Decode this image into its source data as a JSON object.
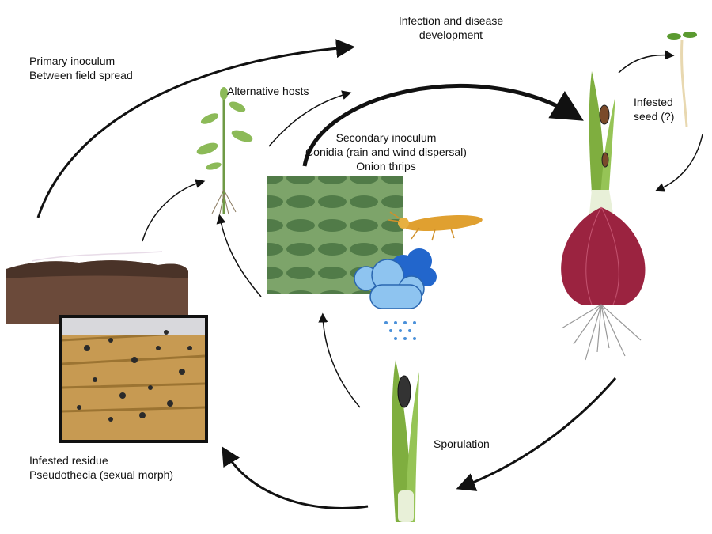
{
  "labels": {
    "primary": [
      "Primary inoculum",
      "Between field spread"
    ],
    "alternative_hosts": "Alternative hosts",
    "infection": [
      "Infection and disease",
      "development"
    ],
    "secondary": [
      "Secondary inoculum",
      "Conidia (rain and wind dispersal)",
      "Onion thrips"
    ],
    "seed": [
      "Infested",
      "seed (?)"
    ],
    "sporulation": "Sporulation",
    "residue": [
      "Infested residue",
      "Pseudothecia (sexual morph)"
    ]
  },
  "colors": {
    "arrow": "#111111",
    "soil": "#6b4a3a",
    "onion": "#9b2340",
    "leaf": "#7fae3f",
    "lesion_photo": "#5d8a4c",
    "cloud": "#5aa7e6",
    "thrips": "#e0a030"
  }
}
